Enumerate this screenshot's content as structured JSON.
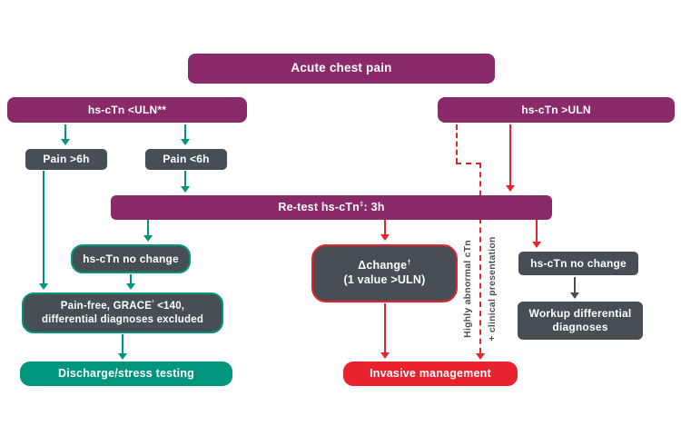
{
  "colors": {
    "purple": "#8b2a6a",
    "dark": "#474f54",
    "teal": "#00957d",
    "red": "#e8232d",
    "background": "#ffffff",
    "text_on_box": "#ffffff"
  },
  "nodes": {
    "acute_chest_pain": {
      "label": "Acute chest pain"
    },
    "hs_ctn_below_uln": {
      "label": "hs-cTn <ULN**"
    },
    "hs_ctn_above_uln": {
      "label": "hs-cTn >ULN"
    },
    "pain_over_6h": {
      "label": "Pain >6h"
    },
    "pain_under_6h": {
      "label": "Pain <6h"
    },
    "retest": {
      "pre": "Re-test hs-cTn",
      "sup": "‡",
      "post": ": 3h"
    },
    "no_change_left": {
      "label": "hs-cTn no change"
    },
    "pain_free": {
      "line1_pre": "Pain-free, GRACE",
      "line1_sup": "¹",
      "line1_post": " <140,",
      "line2": "differential diagnoses excluded"
    },
    "discharge": {
      "label": "Discharge/stress testing"
    },
    "delta_change": {
      "line1_pre": "Δchange",
      "line1_sup": "†",
      "line2": "(1 value >ULN)"
    },
    "highly_abnormal": {
      "line1": "Highly abnormal cTn",
      "line2": "+ clinical presentation"
    },
    "no_change_right": {
      "label": "hs-cTn no change"
    },
    "workup": {
      "line1": "Workup differential",
      "line2": "diagnoses"
    },
    "invasive": {
      "label": "Invasive management"
    }
  }
}
